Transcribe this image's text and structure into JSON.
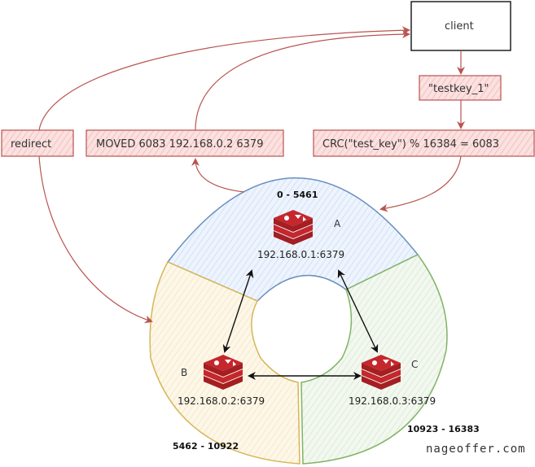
{
  "client": {
    "label": "client"
  },
  "key": {
    "label": "\"testkey_1\""
  },
  "crc": {
    "label": "CRC(\"test_key\") % 16384 =  6083"
  },
  "moved": {
    "label": "MOVED 6083 192.168.0.2 6379"
  },
  "redirect": {
    "label": "redirect"
  },
  "nodes": {
    "a": {
      "letter": "A",
      "address": "192.168.0.1:6379",
      "range": "0 - 5461"
    },
    "b": {
      "letter": "B",
      "address": "192.168.0.2:6379",
      "range": "5462 - 10922"
    },
    "c": {
      "letter": "C",
      "address": "192.168.0.3:6379",
      "range": "10923 - 16383"
    }
  },
  "watermark": "nageoffer.com",
  "colors": {
    "box_fill": "#f8cecc",
    "box_stroke": "#b85450",
    "segment_a_fill": "#dae8fc",
    "segment_a_stroke": "#6c8ebf",
    "segment_b_fill": "#fff2cc",
    "segment_b_stroke": "#d6b656",
    "segment_c_fill": "#d5e8d4",
    "segment_c_stroke": "#82b366",
    "redis_red": "#c5272d"
  }
}
